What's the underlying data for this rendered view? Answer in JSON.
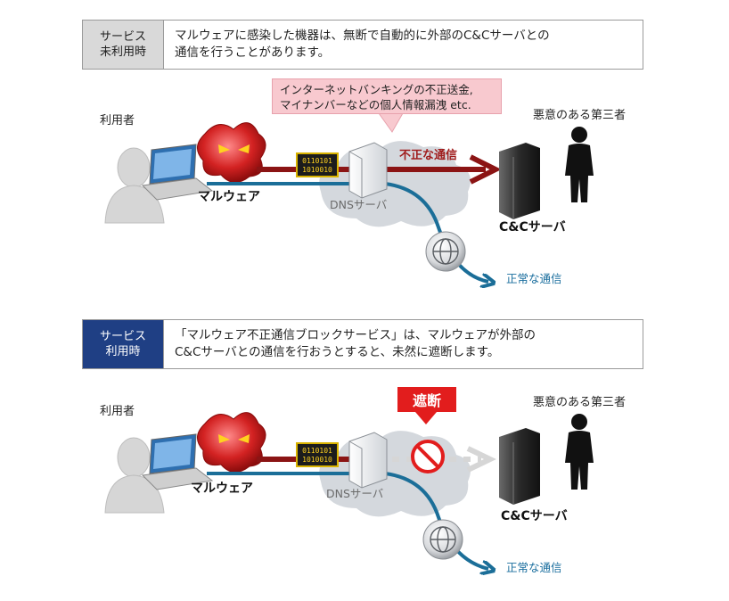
{
  "panel_top": {
    "tag": [
      "サービス",
      "未利用時"
    ],
    "desc": [
      "マルウェアに感染した機器は、無断で自動的に外部のC&Cサーバとの",
      "通信を行うことがあります。"
    ],
    "callout": [
      "インターネットバンキングの不正送金,",
      "マイナンバーなどの個人情報漏洩 etc."
    ],
    "user_label": "利用者",
    "malware_label": "マルウェア",
    "dns_label": "DNSサーバ",
    "illegal_comm_label": "不正な通信",
    "third_party_label": "悪意のある第三者",
    "cc_server_label": "C&Cサーバ",
    "normal_comm_label": "正常な通信",
    "binary_lines": [
      "0110101",
      "1010010"
    ]
  },
  "panel_bottom": {
    "tag": [
      "サービス",
      "利用時"
    ],
    "desc": [
      "「マルウェア不正通信ブロックサービス」は、マルウェアが外部の",
      "C&Cサーバとの通信を行おうとすると、未然に遮断します。"
    ],
    "block_label": "遮断",
    "user_label": "利用者",
    "malware_label": "マルウェア",
    "dns_label": "DNSサーバ",
    "third_party_label": "悪意のある第三者",
    "cc_server_label": "C&Cサーバ",
    "normal_comm_label": "正常な通信",
    "binary_lines": [
      "0110101",
      "1010010"
    ]
  },
  "colors": {
    "bottom_tag_bg": "#1f3f84",
    "top_tag_bg": "#d9d9d9",
    "illegal_arrow": "#8b1414",
    "normal_arrow": "#1b6e98",
    "block_red": "#e21d1d",
    "callout_bg": "#f8c9cf"
  }
}
